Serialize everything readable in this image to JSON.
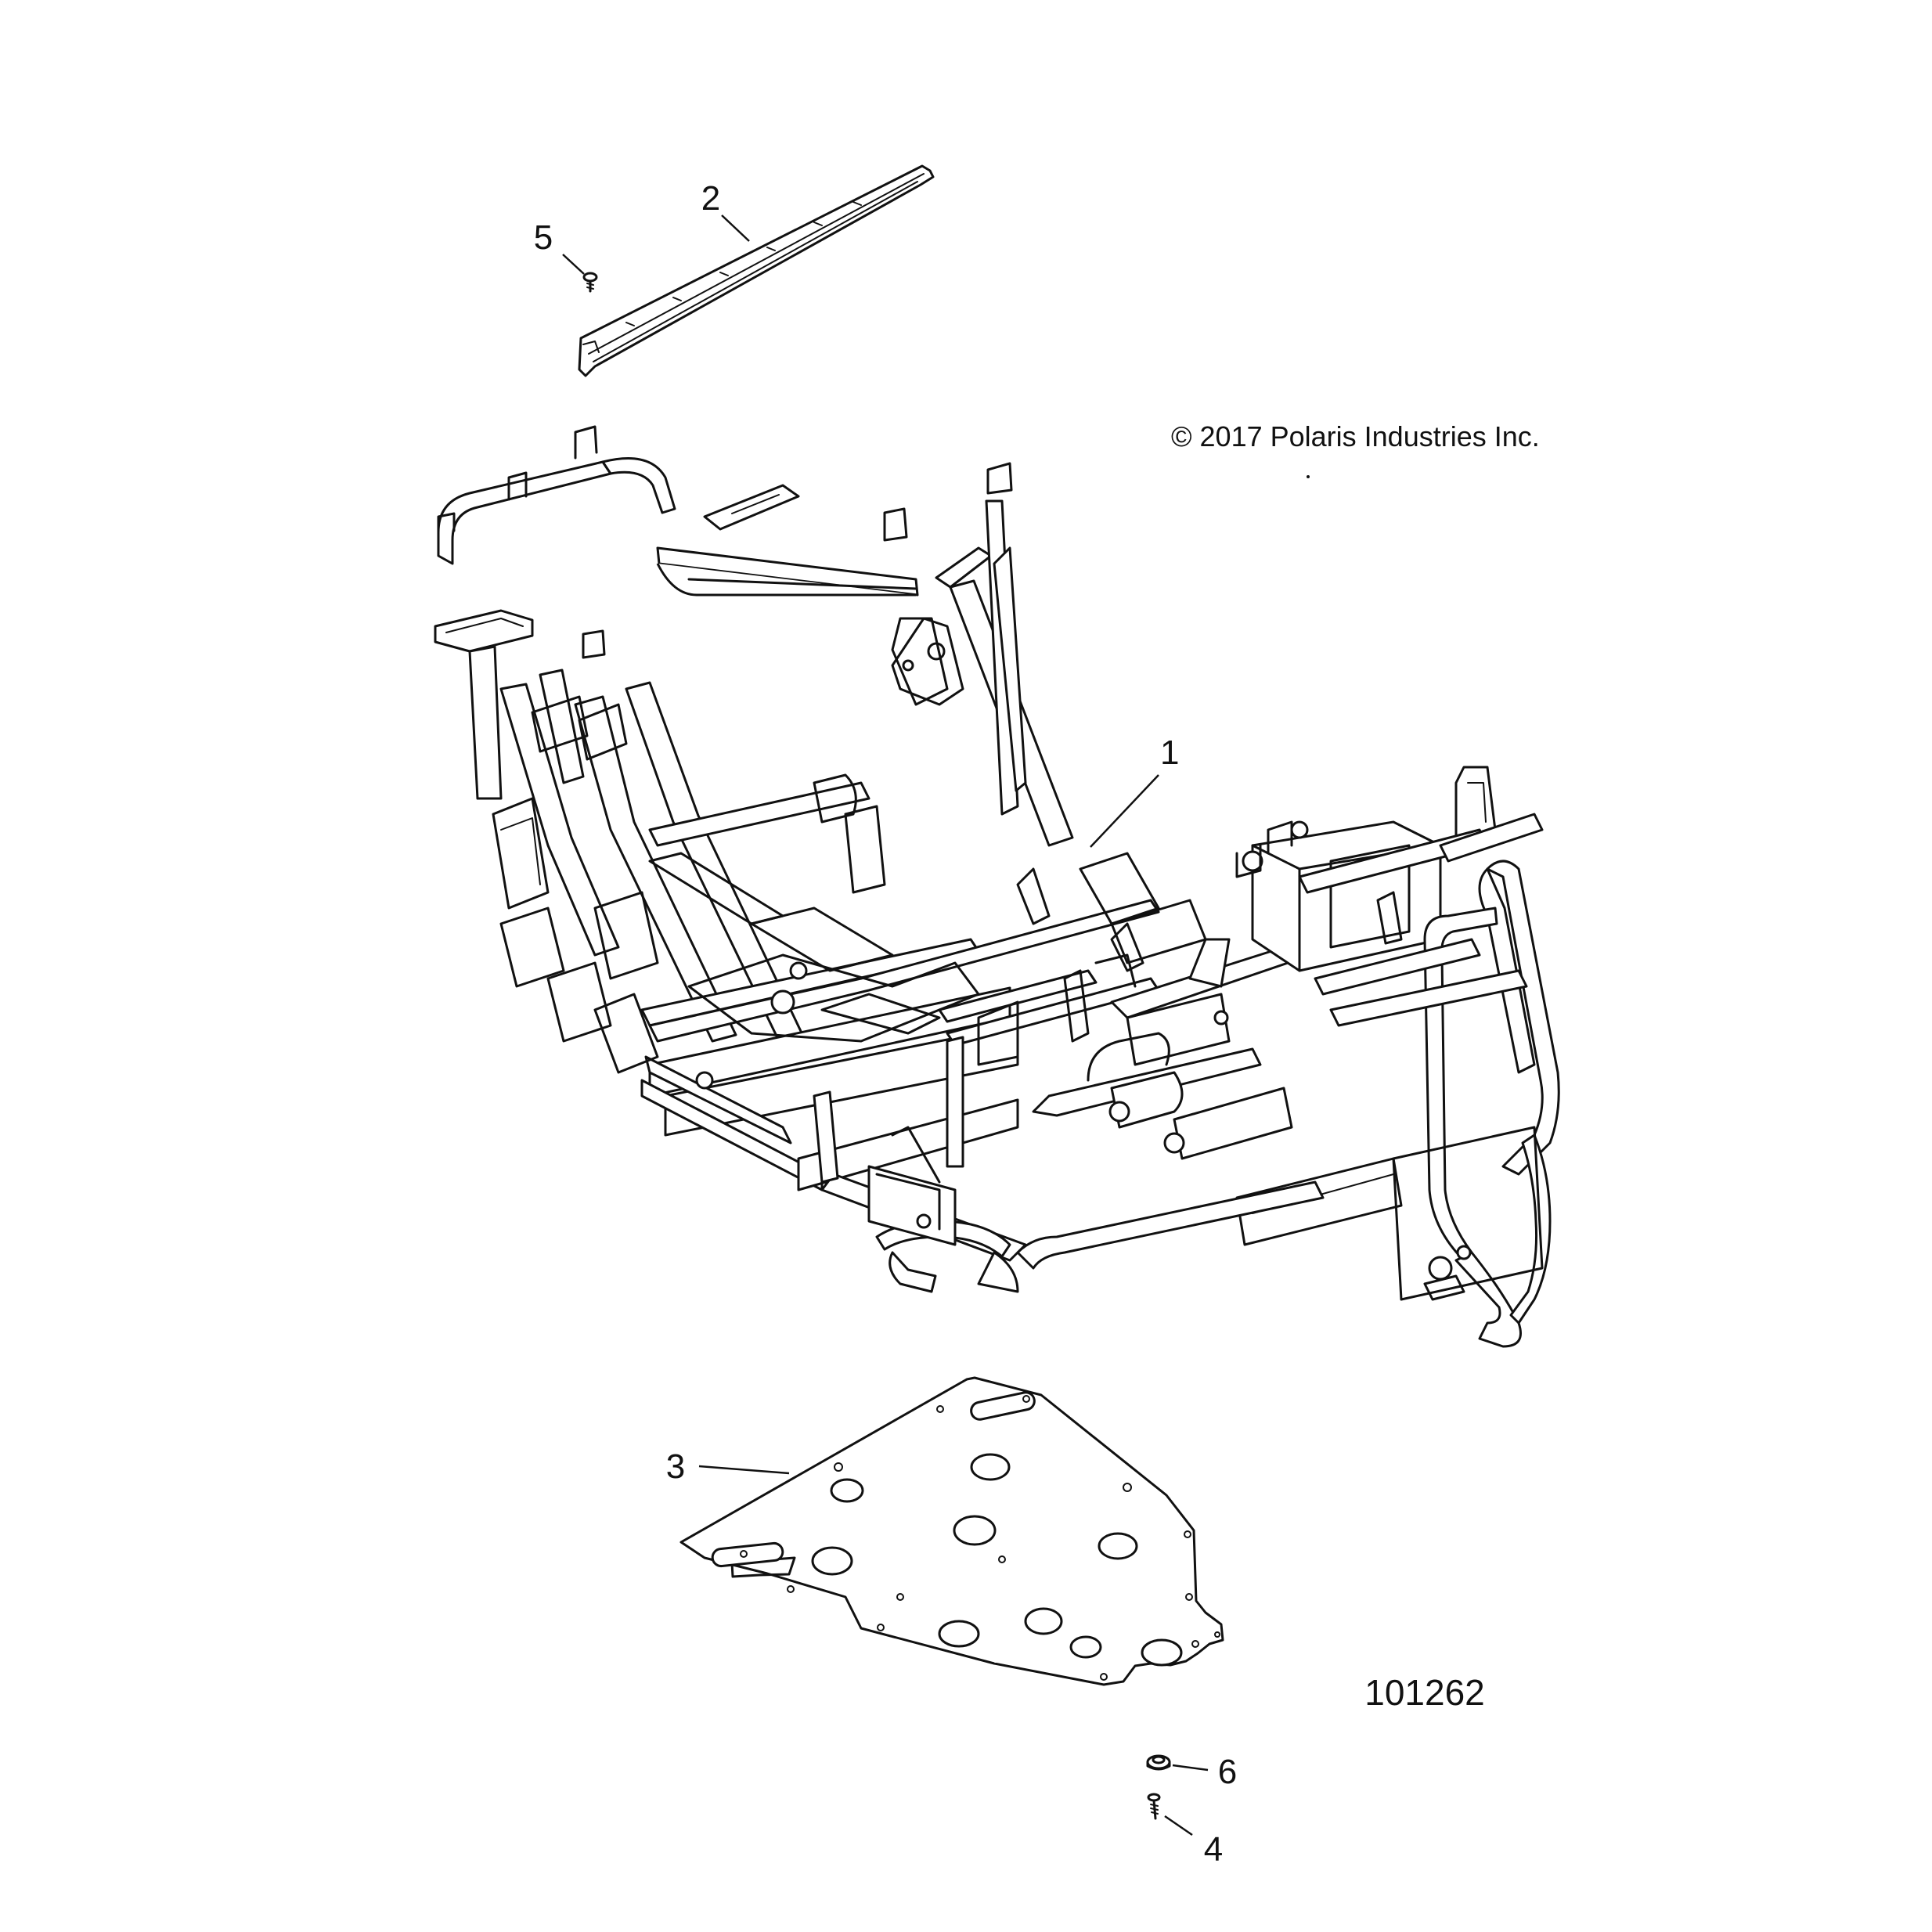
{
  "copyright": "© 2017 Polaris Industries Inc.",
  "figure_number": "101262",
  "callouts": [
    {
      "id": "1",
      "label": "1"
    },
    {
      "id": "2",
      "label": "2"
    },
    {
      "id": "3",
      "label": "3"
    },
    {
      "id": "4",
      "label": "4"
    },
    {
      "id": "5",
      "label": "5"
    },
    {
      "id": "6",
      "label": "6"
    }
  ]
}
